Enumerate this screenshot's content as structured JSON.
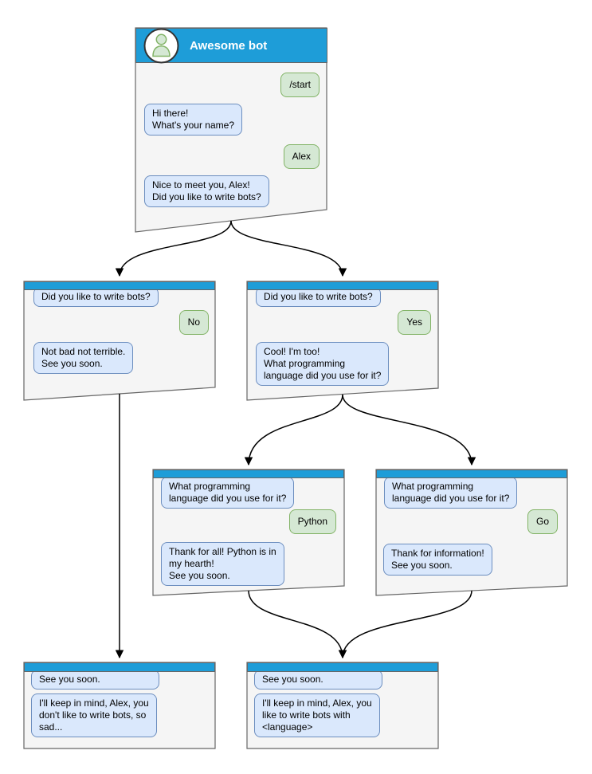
{
  "colors": {
    "header_blue": "#1e9dd8",
    "window_fill": "#f5f5f5",
    "window_border": "#666666",
    "bot_bubble_fill": "#dae8fc",
    "bot_bubble_border": "#6c8ebf",
    "user_bubble_fill": "#d5e8d4",
    "user_bubble_border": "#82b366",
    "arrow": "#000000",
    "title_text": "#ffffff",
    "text": "#000000",
    "avatar_ring": "#333333",
    "canvas_bg": "#ffffff"
  },
  "icons": {
    "avatar": "person-icon"
  },
  "windows": [
    {
      "name": "root",
      "title": "Awesome bot",
      "messages": [
        {
          "from": "user",
          "text": "/start"
        },
        {
          "from": "bot",
          "text": "Hi there!\nWhat's your name?"
        },
        {
          "from": "user",
          "text": "Alex"
        },
        {
          "from": "bot",
          "text": "Nice to meet you, Alex!\nDid you like to write bots?"
        }
      ]
    },
    {
      "name": "branch-no",
      "messages": [
        {
          "from": "bot",
          "text": "Did you like to write bots?"
        },
        {
          "from": "user",
          "text": "No"
        },
        {
          "from": "bot",
          "text": "Not bad not terrible.\nSee you soon."
        }
      ]
    },
    {
      "name": "branch-yes",
      "messages": [
        {
          "from": "bot",
          "text": "Did you like to write bots?"
        },
        {
          "from": "user",
          "text": "Yes"
        },
        {
          "from": "bot",
          "text": "Cool! I'm too!\nWhat programming\nlanguage did you use for it?"
        }
      ]
    },
    {
      "name": "branch-python",
      "messages": [
        {
          "from": "bot",
          "text": "What programming\nlanguage did you use for it?"
        },
        {
          "from": "user",
          "text": "Python"
        },
        {
          "from": "bot",
          "text": "Thank for all! Python is in\nmy hearth!\nSee you soon."
        }
      ]
    },
    {
      "name": "branch-go",
      "messages": [
        {
          "from": "bot",
          "text": "What programming\nlanguage did you use for it?"
        },
        {
          "from": "user",
          "text": "Go"
        },
        {
          "from": "bot",
          "text": "Thank for information!\nSee you soon."
        }
      ]
    },
    {
      "name": "end-no",
      "messages": [
        {
          "from": "bot",
          "text": "See you soon."
        },
        {
          "from": "bot",
          "text": "I'll keep in mind, Alex, you\ndon't like to write bots, so\nsad..."
        }
      ]
    },
    {
      "name": "end-yes",
      "messages": [
        {
          "from": "bot",
          "text": "See you soon."
        },
        {
          "from": "bot",
          "text": "I'll keep in mind, Alex, you\nlike to write bots with\n<language>"
        }
      ]
    }
  ],
  "connections": [
    {
      "from": "root",
      "to": "branch-no"
    },
    {
      "from": "root",
      "to": "branch-yes"
    },
    {
      "from": "branch-no",
      "to": "end-no"
    },
    {
      "from": "branch-yes",
      "to": "branch-python"
    },
    {
      "from": "branch-yes",
      "to": "branch-go"
    },
    {
      "from": "branch-python",
      "to": "end-yes"
    },
    {
      "from": "branch-go",
      "to": "end-yes"
    }
  ]
}
